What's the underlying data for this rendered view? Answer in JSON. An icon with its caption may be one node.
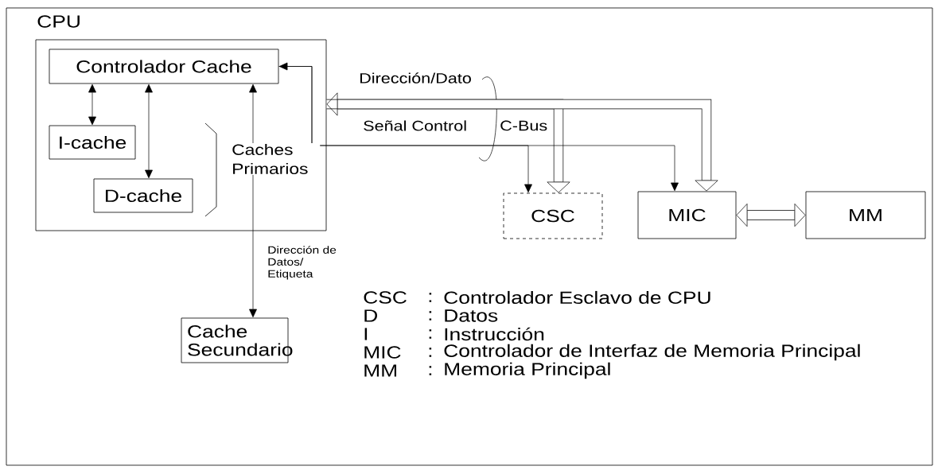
{
  "diagram": {
    "nodes": [
      {
        "text": [
          "CPU"
        ]
      },
      {
        "text": [
          "Controlador Cache"
        ],
        "in": 0
      },
      {
        "text": [
          "I-cache"
        ],
        "in": 0
      },
      {
        "text": [
          "D-cache"
        ],
        "in": 0
      },
      {
        "text": [
          "CSC"
        ]
      },
      {
        "text": [
          "MIC"
        ]
      },
      {
        "text": [
          "MM"
        ]
      },
      {
        "text": [
          "Cache Secundario"
        ]
      }
    ],
    "edges": [
      {
        "from": 1,
        "to": 2,
        "arrow": "both"
      },
      {
        "from": 1,
        "to": 3,
        "arrow": "both"
      },
      {
        "from": 1,
        "to": 7,
        "arrow": "both",
        "label": "Dirección de Datos/ Etiqueta"
      },
      {
        "from": 0,
        "to": 5,
        "arrow": "both",
        "style": "thick",
        "label": "Dirección/Dato"
      },
      {
        "from": 0,
        "to": 4,
        "arrow": "to",
        "style": "thick"
      },
      {
        "from": 1,
        "to": 5,
        "arrow": "both",
        "label": "Señal Control"
      },
      {
        "from": 1,
        "to": 4,
        "arrow": "to"
      },
      {
        "from": 5,
        "to": 6,
        "arrow": "both",
        "style": "thick"
      }
    ],
    "labels": [
      "Caches Primarios",
      "C-Bus",
      "CSC",
      ":",
      "Controlador Esclavo de CPU",
      "D",
      ":",
      "Datos",
      "I",
      ":",
      "Instrucción",
      "MIC",
      ":",
      "Controlador de Interfaz de Memoria Principal",
      "MM",
      ":",
      "Memoria Principal"
    ]
  }
}
